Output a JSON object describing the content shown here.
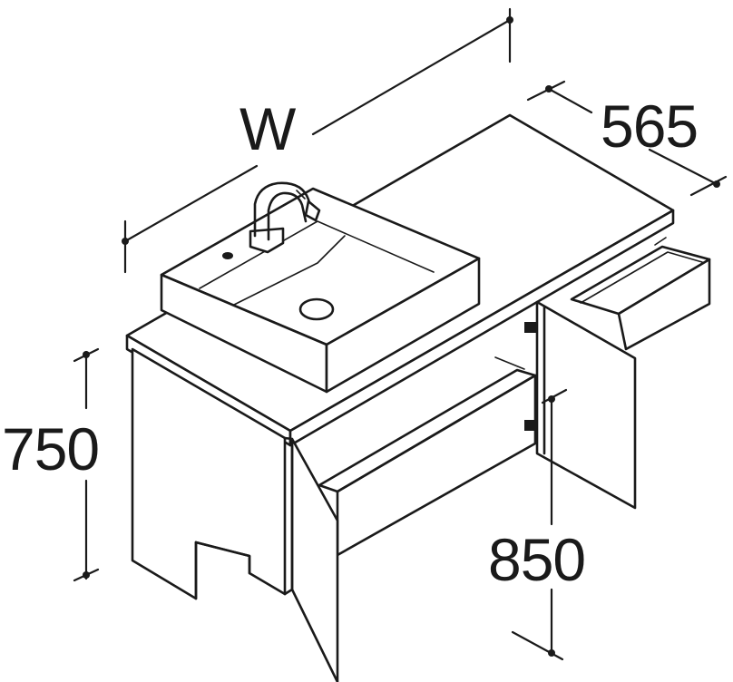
{
  "dimensions": {
    "width_label": "W",
    "depth_label": "565",
    "height_label": "750",
    "top_height_label": "850"
  }
}
